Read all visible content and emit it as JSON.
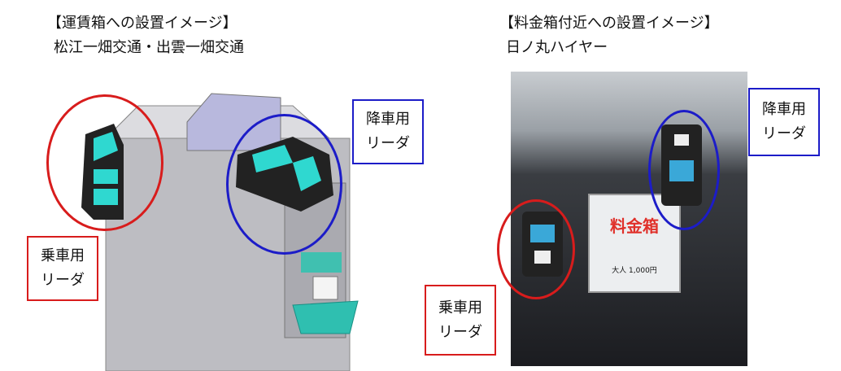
{
  "left": {
    "title": "【運賃箱への設置イメージ】",
    "subtitle": "松江一畑交通・出雲一畑交通",
    "alighting_label": [
      "降車用",
      "リーダ"
    ],
    "boarding_label": [
      "乗車用",
      "リーダ"
    ]
  },
  "right": {
    "title": "【料金箱付近への設置イメージ】",
    "subtitle": "日ノ丸ハイヤー",
    "alighting_label": [
      "降車用",
      "リーダ"
    ],
    "boarding_label": [
      "乗車用",
      "リーダ"
    ],
    "fare_box_sign": "料金箱",
    "fare_box_fare": "大人 1,000円"
  },
  "colors": {
    "alighting": "#1c1cc8",
    "boarding": "#d81c1c",
    "reader_screen": "#2fd8d0"
  }
}
